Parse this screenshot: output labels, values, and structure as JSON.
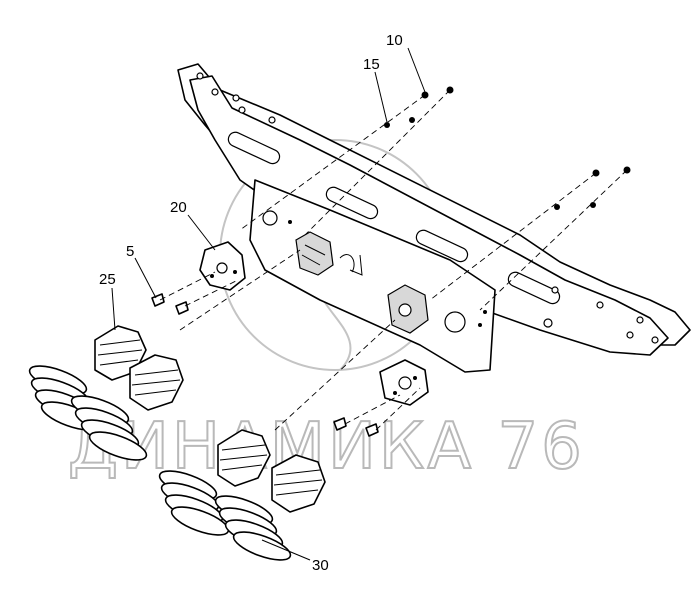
{
  "callouts": [
    {
      "id": "callout-10",
      "text": "10"
    },
    {
      "id": "callout-15",
      "text": "15"
    },
    {
      "id": "callout-20",
      "text": "20"
    },
    {
      "id": "callout-5",
      "text": "5"
    },
    {
      "id": "callout-25",
      "text": "25"
    },
    {
      "id": "callout-30",
      "text": "30"
    }
  ],
  "watermark": {
    "text": "ДИНАМИКА 76",
    "color": "#b9b9b9"
  }
}
